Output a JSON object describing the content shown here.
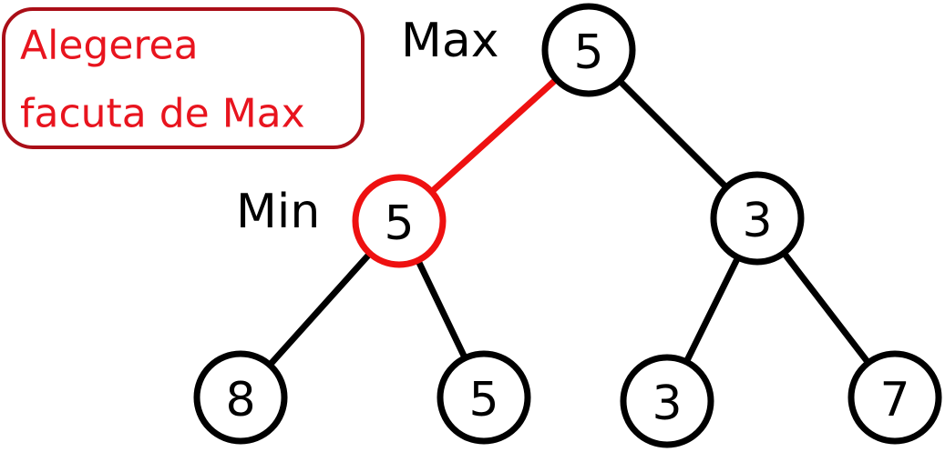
{
  "legend": {
    "lines": [
      "Alegerea",
      "facuta de Max"
    ],
    "text_color": "#e8141e",
    "border_color": "#aa0e17"
  },
  "levels": {
    "max_label": "Max",
    "min_label": "Min"
  },
  "colors": {
    "default": "#000000",
    "chosen": "#ee1111"
  },
  "tree": {
    "nodes": [
      {
        "id": "root",
        "value": "5",
        "highlighted": false
      },
      {
        "id": "min-left",
        "value": "5",
        "highlighted": true
      },
      {
        "id": "min-right",
        "value": "3",
        "highlighted": false
      },
      {
        "id": "leaf-1",
        "value": "8",
        "highlighted": false
      },
      {
        "id": "leaf-2",
        "value": "5",
        "highlighted": false
      },
      {
        "id": "leaf-3",
        "value": "3",
        "highlighted": false
      },
      {
        "id": "leaf-4",
        "value": "7",
        "highlighted": false
      }
    ],
    "edges": [
      {
        "from": "root",
        "to": "min-left",
        "highlighted": true
      },
      {
        "from": "root",
        "to": "min-right",
        "highlighted": false
      },
      {
        "from": "min-left",
        "to": "leaf-1",
        "highlighted": false
      },
      {
        "from": "min-left",
        "to": "leaf-2",
        "highlighted": false
      },
      {
        "from": "min-right",
        "to": "leaf-3",
        "highlighted": false
      },
      {
        "from": "min-right",
        "to": "leaf-4",
        "highlighted": false
      }
    ]
  }
}
